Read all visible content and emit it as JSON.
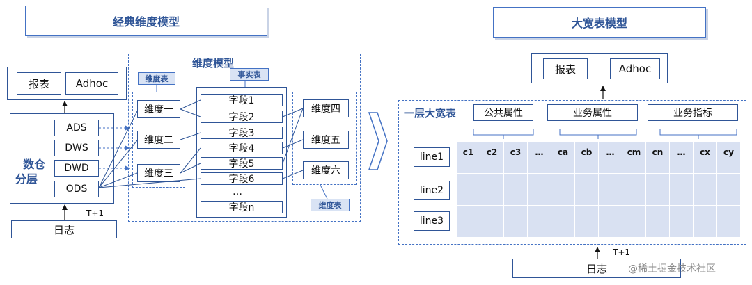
{
  "left": {
    "banner": "经典维度模型",
    "report_box": {
      "baobiao": "报表",
      "adhoc": "Adhoc"
    },
    "layers_label": "数仓\n分层",
    "layers": [
      "ADS",
      "DWS",
      "DWD",
      "ODS"
    ],
    "log": "日志",
    "t_plus": "T+1",
    "dim_model_title": "维度模型",
    "dim_table_callout": "维度表",
    "fact_table_callout": "事实表",
    "dims_left": [
      "维度一",
      "维度二",
      "维度三"
    ],
    "fields": [
      "字段1",
      "字段2",
      "字段3",
      "字段4",
      "字段5",
      "字段6",
      "…",
      "字段n"
    ],
    "dims_right": [
      "维度四",
      "维度五",
      "维度六"
    ],
    "dim_table_callout_right": "维度表"
  },
  "right": {
    "banner": "大宽表模型",
    "report_box": {
      "baobiao": "报表",
      "adhoc": "Adhoc"
    },
    "layer_title": "一层大宽表",
    "groups": [
      "公共属性",
      "业务属性",
      "业务指标"
    ],
    "rows": [
      "line1",
      "line2",
      "line3"
    ],
    "columns": [
      "c1",
      "c2",
      "c3",
      "…",
      "ca",
      "cb",
      "…",
      "cm",
      "cn",
      "…",
      "cx",
      "cy"
    ],
    "t_plus": "T+1",
    "log": "日志"
  },
  "watermark": "@稀土掘金技术社区"
}
